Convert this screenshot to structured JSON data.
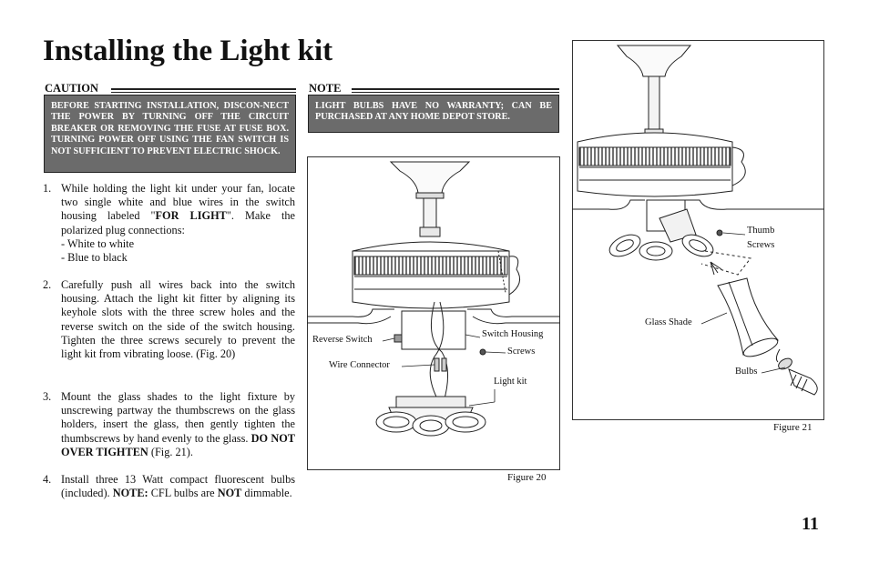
{
  "title": "Installing the Light kit",
  "caution": {
    "label": "CAUTION",
    "text": "BEFORE STARTING INSTALLATION, DISCON-NECT THE POWER BY TURNING OFF THE CIRCUIT BREAKER OR REMOVING THE FUSE AT FUSE BOX. TURNING POWER OFF USING THE FAN SWITCH IS NOT SUFFICIENT TO PREVENT ELECTRIC SHOCK."
  },
  "note": {
    "label": "NOTE",
    "text": "LIGHT BULBS HAVE NO WARRANTY; CAN BE PURCHASED AT ANY HOME DEPOT STORE."
  },
  "steps": [
    {
      "number": "1.",
      "before": "While holding the light kit under your fan, locate two single white and blue wires in the switch housing labeled \"",
      "bold": "FOR LIGHT",
      "after": "\". Make the polarized plug connections:",
      "sub1": "- White to white",
      "sub2": "- Blue to black"
    },
    {
      "number": "2.",
      "text": "Carefully push all wires back into the switch housing. Attach the light kit fitter by aligning its keyhole slots with the three screw holes and the reverse switch on the side of the switch housing. Tighten the three screws securely to prevent the light kit from vibrating loose. (Fig. 20)"
    },
    {
      "number": "3.",
      "before": "Mount the glass shades to the light fixture by unscrewing partway the thumbscrews on the glass holders, insert the glass, then gently tighten the thumbscrews by hand evenly to the glass. ",
      "bold": "DO NOT OVER TIGHTEN",
      "after": " (Fig. 21)."
    },
    {
      "number": "4.",
      "before": "Install three 13 Watt compact fluorescent bulbs (included). ",
      "bold1": "NOTE:",
      "middle": " CFL bulbs are ",
      "bold2": "NOT",
      "after": " dimmable."
    }
  ],
  "figure20": {
    "caption": "Figure 20",
    "labels": {
      "reverse_switch": "Reverse Switch",
      "switch_housing": "Switch Housing",
      "screws": "Screws",
      "wire_connector": "Wire Connector",
      "light_kit": "Light kit"
    }
  },
  "figure21": {
    "caption": "Figure 21",
    "labels": {
      "thumb": "Thumb",
      "screws": "Screws",
      "glass_shade": "Glass Shade",
      "bulbs": "Bulbs"
    }
  },
  "page_number": "11"
}
